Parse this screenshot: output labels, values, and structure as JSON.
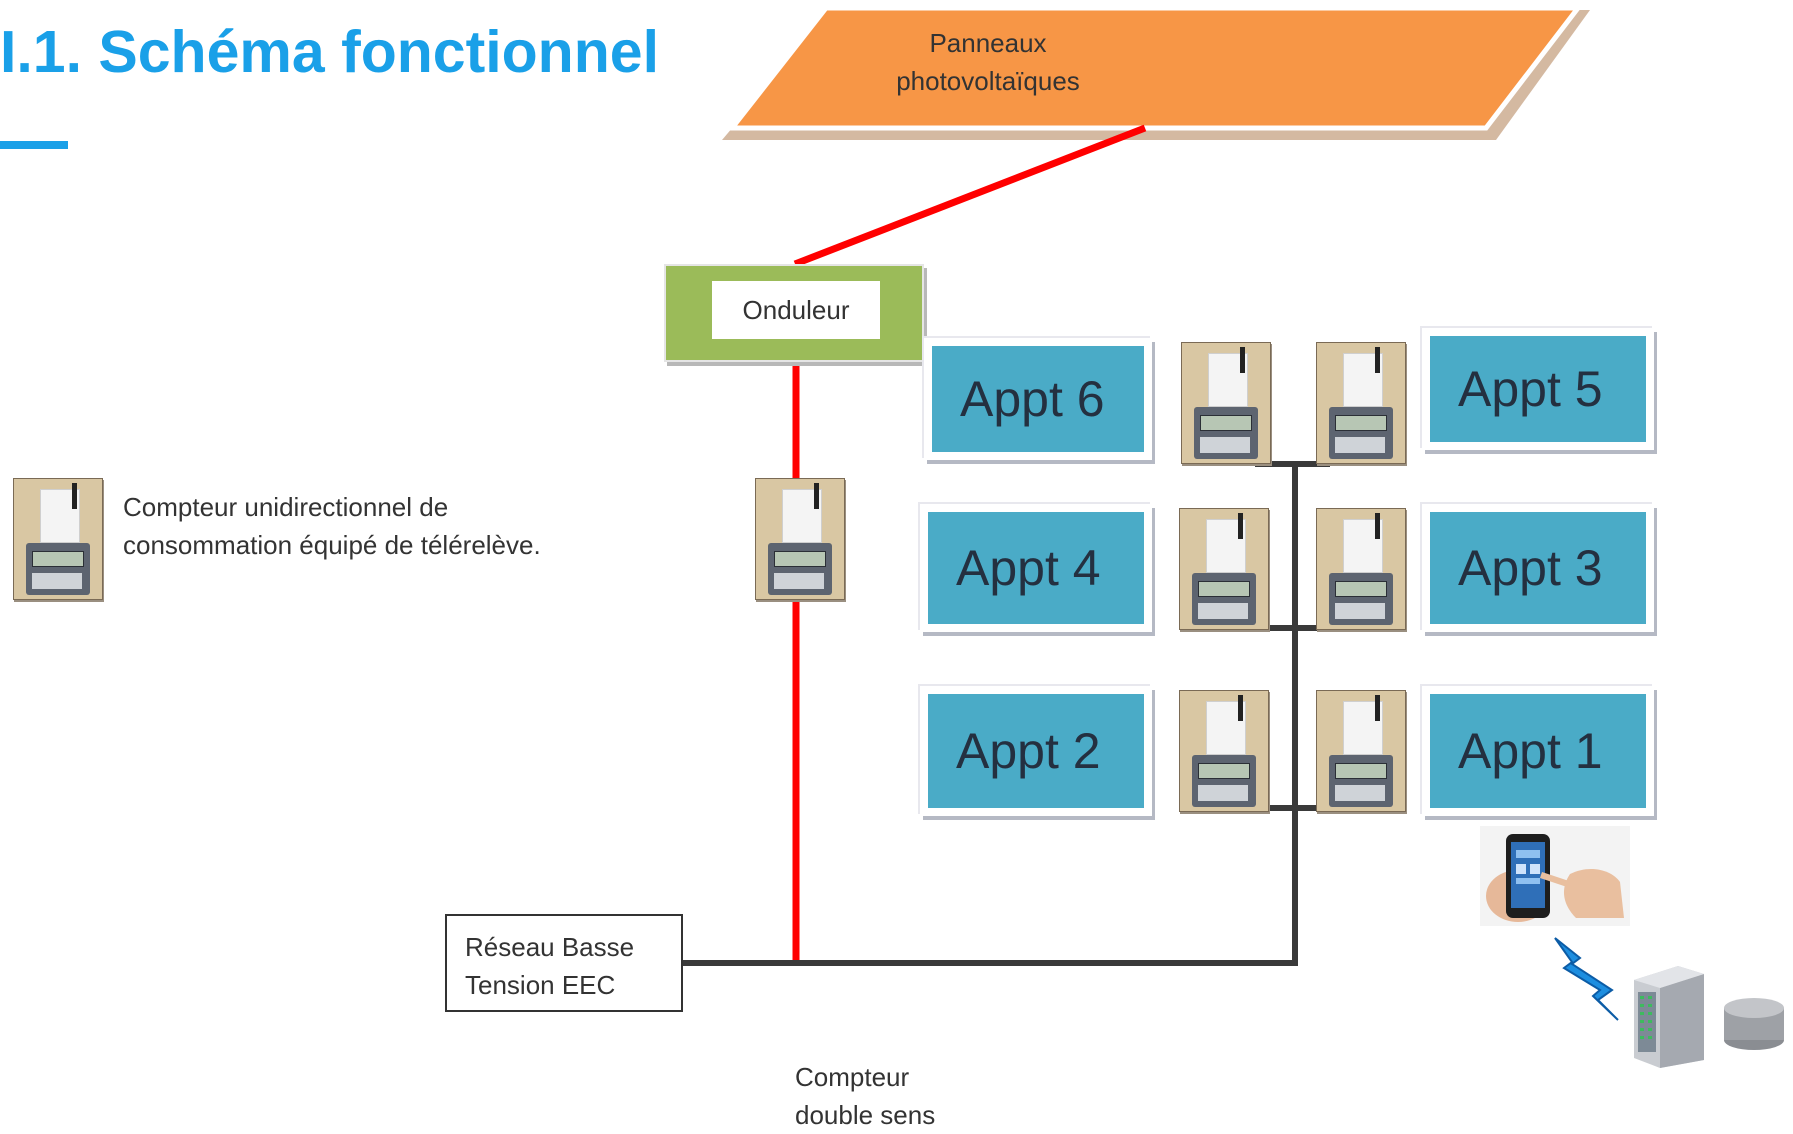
{
  "title": "I.1. Schéma fonctionnel",
  "panels": {
    "label_line1": "Panneaux",
    "label_line2": "photovoltaïques"
  },
  "inverter": {
    "label": "Onduleur"
  },
  "apartments": [
    {
      "label": "Appt 6"
    },
    {
      "label": "Appt 5"
    },
    {
      "label": "Appt 4"
    },
    {
      "label": "Appt 3"
    },
    {
      "label": "Appt 2"
    },
    {
      "label": "Appt 1"
    }
  ],
  "legend": {
    "meter_desc_line1": "Compteur unidirectionnel de",
    "meter_desc_line2": "consommation équipé de télérelève."
  },
  "grid": {
    "label_line1": "Réseau Basse",
    "label_line2": "Tension EEC"
  },
  "bidirectional_meter": {
    "label_line1": "Compteur",
    "label_line2": "double sens"
  },
  "colors": {
    "title": "#1aa0e8",
    "panel": "#f79646",
    "inverter": "#9bbb59",
    "apartment": "#4aabc7",
    "solar_wire": "#ff0000",
    "grid_wire": "#3a3a3a"
  },
  "icons": [
    "smartphone-hand-icon",
    "wireless-bolt-icon",
    "server-database-icon",
    "meter-icon"
  ]
}
